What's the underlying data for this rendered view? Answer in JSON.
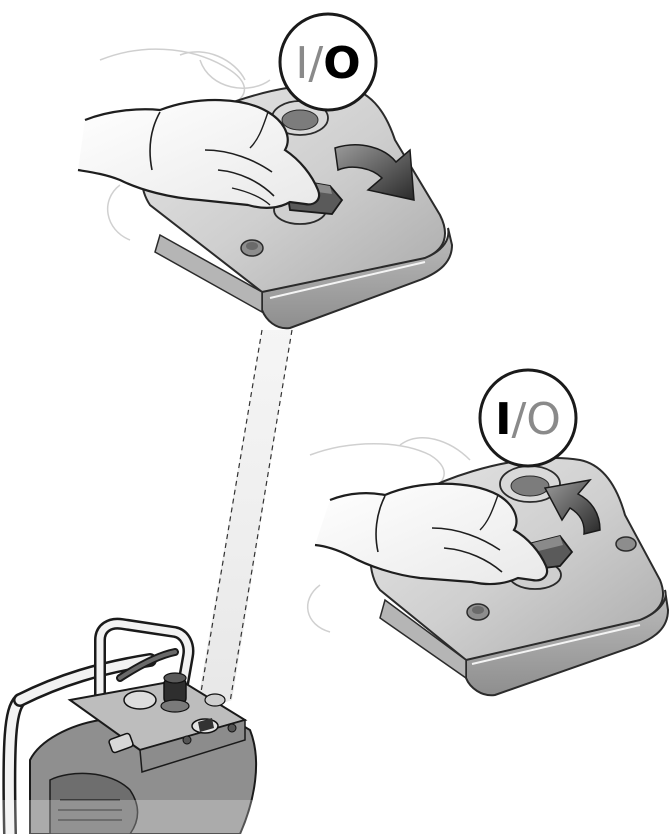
{
  "callouts": {
    "off": {
      "light": "I/",
      "bold": "O"
    },
    "on": {
      "bold": "I",
      "light": "/O"
    }
  },
  "colors": {
    "panel": "#cfcfcf",
    "panel_dark": "#9c9c9c",
    "panel_light": "#e8e8e8",
    "outline": "#1a1a1a",
    "arrow": "#3a3a3a",
    "light_text": "#8a8a8a",
    "bold_text": "#000000"
  },
  "icons": [
    "rotate-right-arrow-icon",
    "rotate-left-arrow-icon",
    "hand-icon",
    "key-switch-icon"
  ]
}
